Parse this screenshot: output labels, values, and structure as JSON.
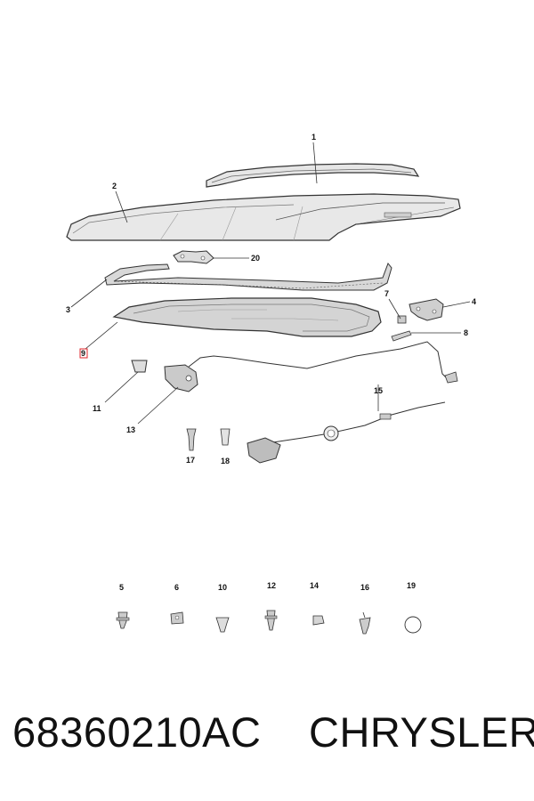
{
  "diagram": {
    "callouts": [
      "1",
      "2",
      "20",
      "3",
      "7",
      "4",
      "8",
      "9",
      "11",
      "13",
      "15",
      "17",
      "18",
      "5",
      "6",
      "10",
      "12",
      "14",
      "16",
      "19"
    ],
    "colors": {
      "line": "#333333",
      "fill_light": "#e9e9e9",
      "fill_mid": "#d2d2d2",
      "highlight": "#e0262b"
    }
  },
  "footer": {
    "part_number": "68360210AC",
    "brand": "CHRYSLER"
  }
}
